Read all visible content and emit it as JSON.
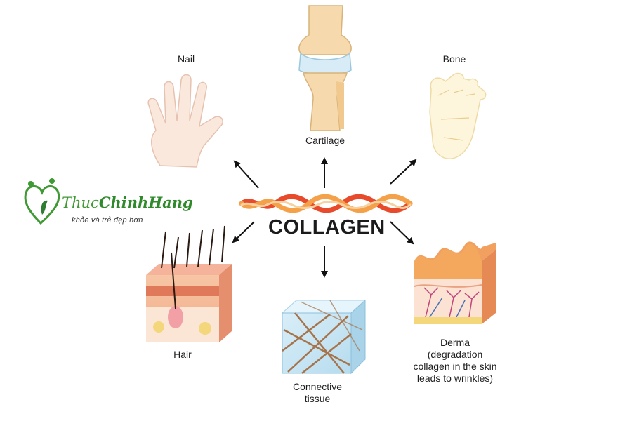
{
  "diagram": {
    "center_label": "COLLAGEN",
    "nodes": [
      {
        "id": "nail",
        "label": "Nail"
      },
      {
        "id": "cartilage",
        "label": "Cartilage"
      },
      {
        "id": "bone",
        "label": "Bone"
      },
      {
        "id": "hair",
        "label": "Hair"
      },
      {
        "id": "connective",
        "label_line1": "Connective",
        "label_line2": "tissue"
      },
      {
        "id": "derma",
        "label_line1": "Derma",
        "label_line2": "(degradation",
        "label_line3": "collagen in the skin",
        "label_line4": "leads to wrinkles)"
      }
    ]
  },
  "brand": {
    "name_part1": "Thu",
    "name_part2": "c",
    "name_part3": "ChinhHang",
    "tagline": "khỏe và trẻ đẹp hơn"
  },
  "colors": {
    "accent_green": "#3f9a33",
    "collagen_red": "#e84b2b",
    "collagen_orange": "#f5a14a",
    "arrow": "#111111"
  }
}
